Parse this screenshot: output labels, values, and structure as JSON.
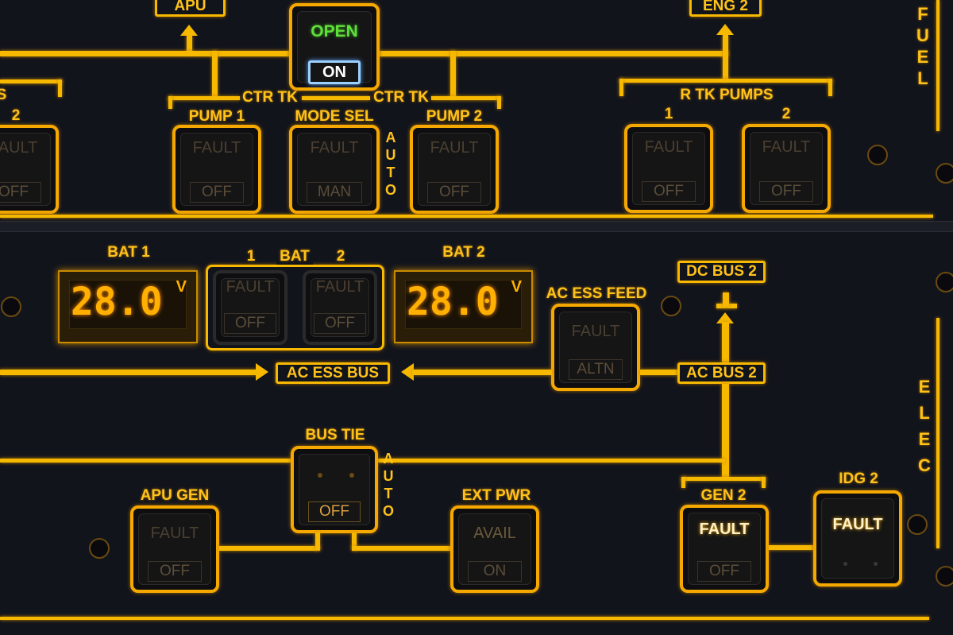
{
  "fuel": {
    "panel_label": "FUEL",
    "apu_label": "APU",
    "eng2_label": "ENG 2",
    "xfeed": {
      "open": "OPEN",
      "on": "ON"
    },
    "ctr_tk_1": "CTR TK",
    "ctr_tk_2": "CTR TK",
    "left_partial": {
      "bracket": "S",
      "num": "2",
      "fault": "FAULT",
      "off": "OFF"
    },
    "pump1": {
      "label": "PUMP 1",
      "fault": "FAULT",
      "off": "OFF"
    },
    "mode_sel": {
      "label": "MODE SEL",
      "fault": "FAULT",
      "man": "MAN",
      "auto": "AUTO"
    },
    "pump2": {
      "label": "PUMP 2",
      "fault": "FAULT",
      "off": "OFF"
    },
    "r_tk_pumps": {
      "label": "R TK PUMPS",
      "num1": "1",
      "num2": "2",
      "fault": "FAULT",
      "off": "OFF"
    }
  },
  "elec": {
    "panel_label": "ELEC",
    "bat1": {
      "label": "BAT 1",
      "value": "28.0",
      "unit": "V"
    },
    "bat2": {
      "label": "BAT 2",
      "value": "28.0",
      "unit": "V"
    },
    "bat_pb": {
      "label": "BAT",
      "num1": "1",
      "num2": "2",
      "fault": "FAULT",
      "off": "OFF"
    },
    "ac_ess_feed": {
      "label": "AC ESS FEED",
      "fault": "FAULT",
      "altn": "ALTN"
    },
    "dc_bus_2": "DC BUS 2",
    "ac_ess_bus": "AC ESS BUS",
    "ac_bus_2": "AC BUS 2",
    "bus_tie": {
      "label": "BUS TIE",
      "off": "OFF",
      "auto": "AUTO"
    },
    "apu_gen": {
      "label": "APU GEN",
      "fault": "FAULT",
      "off": "OFF"
    },
    "ext_pwr": {
      "label": "EXT PWR",
      "avail": "AVAIL",
      "on": "ON"
    },
    "gen2": {
      "label": "GEN 2",
      "fault": "FAULT",
      "off": "OFF"
    },
    "idg2": {
      "label": "IDG 2",
      "fault": "FAULT"
    }
  }
}
